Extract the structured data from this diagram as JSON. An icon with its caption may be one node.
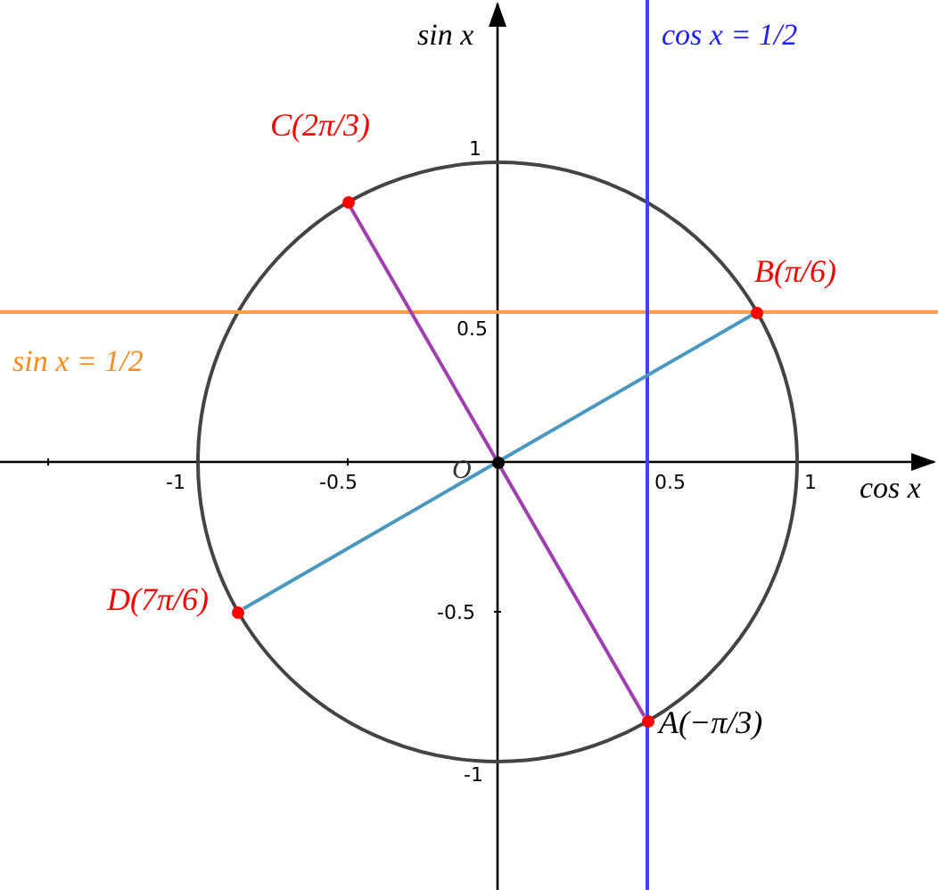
{
  "diagram": {
    "nodes": [
      {
        "text": [
          "O"
        ]
      },
      {
        "text": [
          "A(−π/3)"
        ]
      },
      {
        "text": [
          "B(π/6)"
        ]
      },
      {
        "text": [
          "C(2π/3)"
        ]
      },
      {
        "text": [
          "D(7π/6)"
        ]
      }
    ],
    "edges": [
      {
        "from": 3,
        "to": 1,
        "arrow": "none",
        "color": "#a040b0"
      },
      {
        "from": 4,
        "to": 2,
        "arrow": "none",
        "color": "#4a98c0"
      }
    ],
    "labels": [
      "sin x",
      "cos x = 1/2",
      "1",
      "0.5",
      "sin x = 1/2",
      "-1",
      "-0.5",
      "0.5",
      "1",
      "cos x",
      "-0.5",
      "-1"
    ]
  }
}
